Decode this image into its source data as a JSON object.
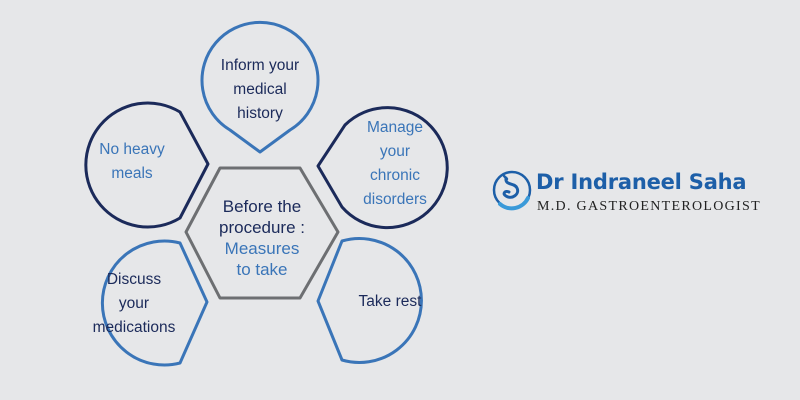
{
  "center": {
    "line1": "Before the",
    "line2": "procedure :",
    "line3": "Measures",
    "line4": "to take"
  },
  "petals": {
    "inform": [
      "Inform your",
      "medical",
      "history"
    ],
    "manage": [
      "Manage",
      "your",
      "chronic",
      "disorders"
    ],
    "rest": [
      "Take rest"
    ],
    "medications": [
      "Discuss",
      "your",
      "medications"
    ],
    "meals": [
      "No heavy",
      "meals"
    ]
  },
  "brand": {
    "name": "Dr Indraneel Saha",
    "subtitle": "M.D. GASTROENTEROLOGIST"
  },
  "colors": {
    "background": "#e6e7e9",
    "dark_navy": "#1b2a5a",
    "accent_blue": "#3a75b8",
    "hexagon_stroke": "#6d6f72",
    "brand_blue": "#1d5fa8"
  }
}
